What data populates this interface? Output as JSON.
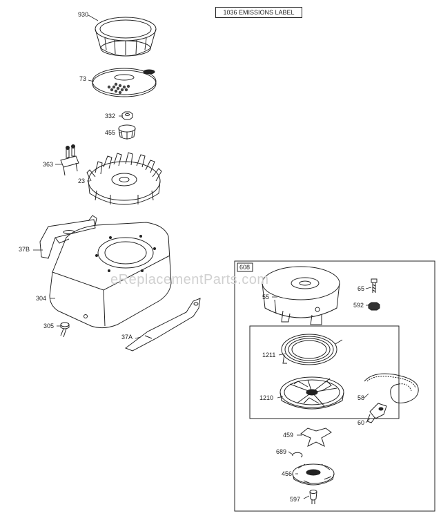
{
  "emissions_label": "1036 EMISSIONS LABEL",
  "watermark": "eReplacementParts.com",
  "kit_label": "608",
  "callouts": {
    "p930": "930",
    "p73": "73",
    "p332": "332",
    "p455": "455",
    "p363": "363",
    "p23": "23",
    "p37b": "37B",
    "p304": "304",
    "p305": "305",
    "p37a": "37A",
    "p55": "55",
    "p65": "65",
    "p592": "592",
    "p1211": "1211",
    "p1210": "1210",
    "p58": "58",
    "p60": "60",
    "p459": "459",
    "p689": "689",
    "p456": "456",
    "p597": "597"
  }
}
